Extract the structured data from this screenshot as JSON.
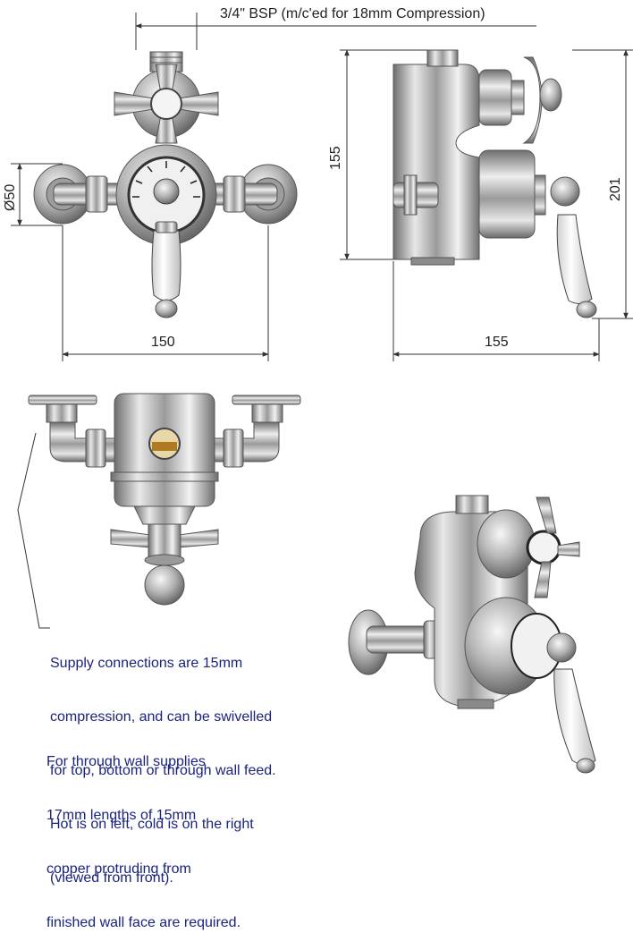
{
  "dimensions": {
    "connection": "3/4\" BSP (m/c'ed for 18mm Compression)",
    "diameter": "Ø50",
    "height_body": "155",
    "height_total": "201",
    "width_front": "150",
    "depth_side": "155"
  },
  "notes": {
    "supply_lines": [
      "Supply connections are 15mm",
      "compression, and can be swivelled",
      "for top, bottom or through wall feed.",
      "Hot is on left, cold is on the right",
      "(viewed from front)."
    ],
    "through_wall_lines": [
      "For through wall supplies",
      "17mm lengths of 15mm",
      "copper protruding from",
      "finished wall face are required."
    ]
  },
  "colors": {
    "note_text": "#1a237e",
    "dimension_line": "#333333",
    "metal": "#b8b8b8"
  }
}
